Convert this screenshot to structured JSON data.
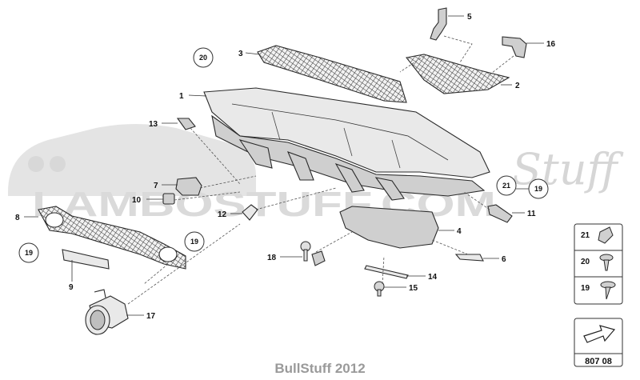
{
  "watermark": {
    "brand": "LAMBOSTUFF.COM",
    "script": "Stuff"
  },
  "footer": "BullStuff 2012",
  "callouts": [
    {
      "id": "c1",
      "text": "1"
    },
    {
      "id": "c2",
      "text": "2"
    },
    {
      "id": "c3",
      "text": "3"
    },
    {
      "id": "c4",
      "text": "4"
    },
    {
      "id": "c5",
      "text": "5"
    },
    {
      "id": "c6",
      "text": "6"
    },
    {
      "id": "c7",
      "text": "7"
    },
    {
      "id": "c8",
      "text": "8"
    },
    {
      "id": "c9",
      "text": "9"
    },
    {
      "id": "c10",
      "text": "10"
    },
    {
      "id": "c11",
      "text": "11"
    },
    {
      "id": "c12",
      "text": "12"
    },
    {
      "id": "c13",
      "text": "13"
    },
    {
      "id": "c14",
      "text": "14"
    },
    {
      "id": "c15",
      "text": "15"
    },
    {
      "id": "c16",
      "text": "16"
    },
    {
      "id": "c17",
      "text": "17"
    },
    {
      "id": "c18",
      "text": "18"
    }
  ],
  "circled": [
    {
      "id": "r20",
      "text": "20"
    },
    {
      "id": "r21",
      "text": "21"
    },
    {
      "id": "r19a",
      "text": "19"
    },
    {
      "id": "r19b",
      "text": "19"
    },
    {
      "id": "r19c",
      "text": "19"
    }
  ],
  "legend": {
    "items": [
      {
        "text": "21"
      },
      {
        "text": "20"
      },
      {
        "text": "19"
      }
    ],
    "page_code": "807 08"
  }
}
